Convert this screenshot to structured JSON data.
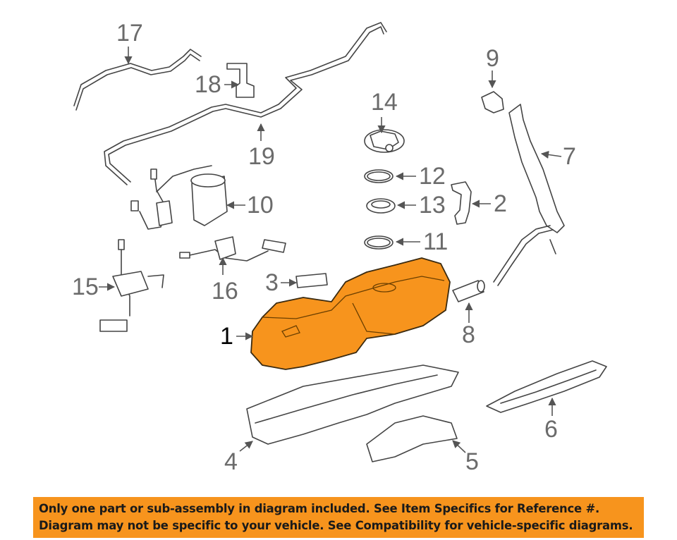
{
  "diagram": {
    "highlight_color": "#f7941d",
    "callouts": [
      {
        "id": "c1",
        "label": "1"
      },
      {
        "id": "c2",
        "label": "2"
      },
      {
        "id": "c3",
        "label": "3"
      },
      {
        "id": "c4",
        "label": "4"
      },
      {
        "id": "c5",
        "label": "5"
      },
      {
        "id": "c6",
        "label": "6"
      },
      {
        "id": "c7",
        "label": "7"
      },
      {
        "id": "c8",
        "label": "8"
      },
      {
        "id": "c9",
        "label": "9"
      },
      {
        "id": "c10",
        "label": "10"
      },
      {
        "id": "c11",
        "label": "11"
      },
      {
        "id": "c12",
        "label": "12"
      },
      {
        "id": "c13",
        "label": "13"
      },
      {
        "id": "c14",
        "label": "14"
      },
      {
        "id": "c15",
        "label": "15"
      },
      {
        "id": "c16",
        "label": "16"
      },
      {
        "id": "c17",
        "label": "17"
      },
      {
        "id": "c18",
        "label": "18"
      },
      {
        "id": "c19",
        "label": "19"
      }
    ]
  },
  "banner": {
    "line1": "Only one part or sub-assembly in diagram included. See Item Specifics for Reference #.",
    "line2": "Diagram may not be specific to your vehicle. See Compatibility for vehicle-specific diagrams.",
    "background_color": "#f7941d"
  }
}
